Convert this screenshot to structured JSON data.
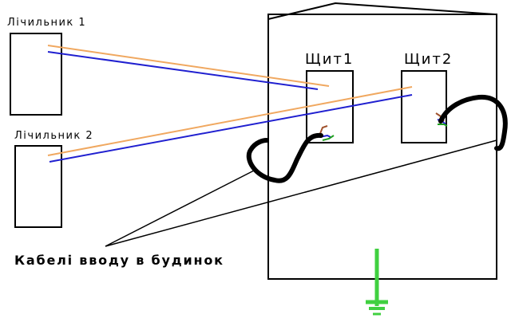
{
  "labels": {
    "meter1": "Лічильник 1",
    "meter2": "Лічильник 2",
    "panel1": "Щит1",
    "panel2": "Щит2",
    "cable": "Кабелі вводу в будинок"
  },
  "colors": {
    "outline": "#000000",
    "wire_orange": "#f0a860",
    "wire_blue": "#2020d0",
    "wire_brown": "#a0522d",
    "wire_green": "#20a020",
    "ground": "#40d040"
  },
  "icons": {
    "ground": "ground-symbol-icon"
  }
}
